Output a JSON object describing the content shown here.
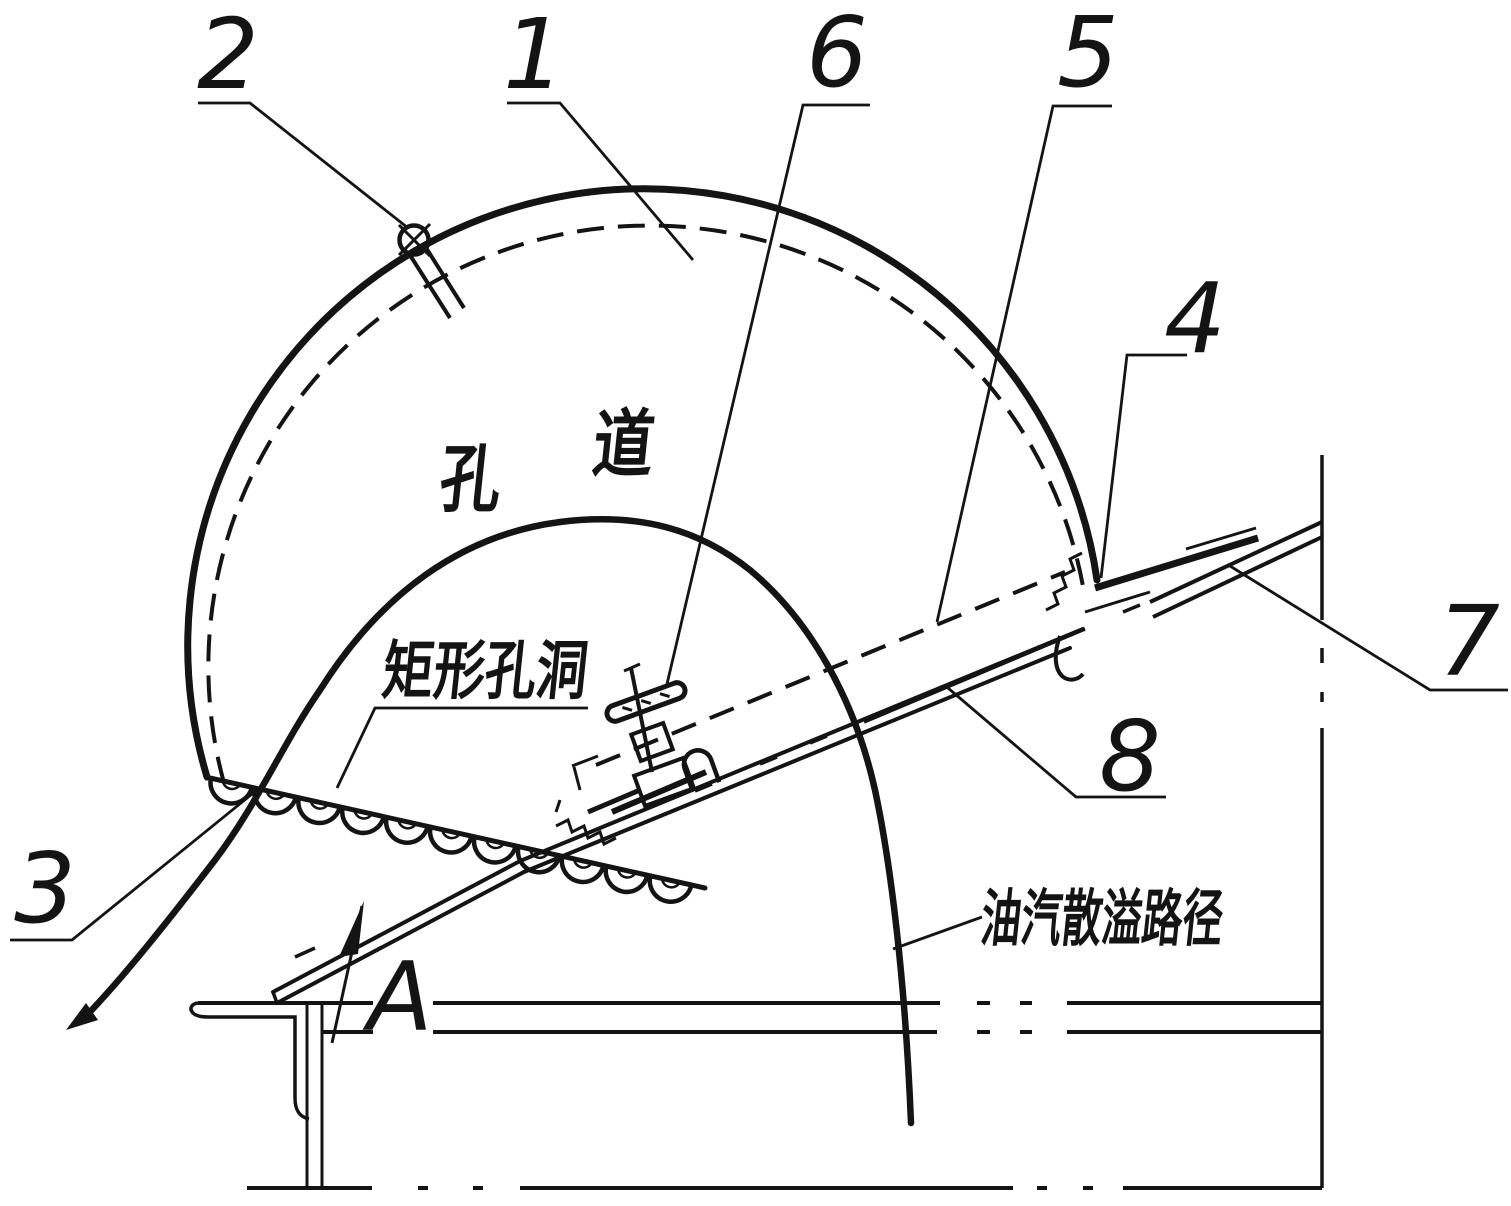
{
  "drawing": {
    "type": "patent-technical-diagram",
    "callouts": {
      "c1": "1",
      "c2": "2",
      "c3": "3",
      "c4": "4",
      "c5": "5",
      "c6": "6",
      "c7": "7",
      "c8": "8"
    },
    "annotations": {
      "channel_char_1": "孔",
      "channel_char_2": "道",
      "rect_hole": "矩形孔洞",
      "oil_vapor_path": "油汽散溢路径",
      "section_letter": "A"
    },
    "colors": {
      "ink": "#141414",
      "background": "#ffffff"
    }
  }
}
